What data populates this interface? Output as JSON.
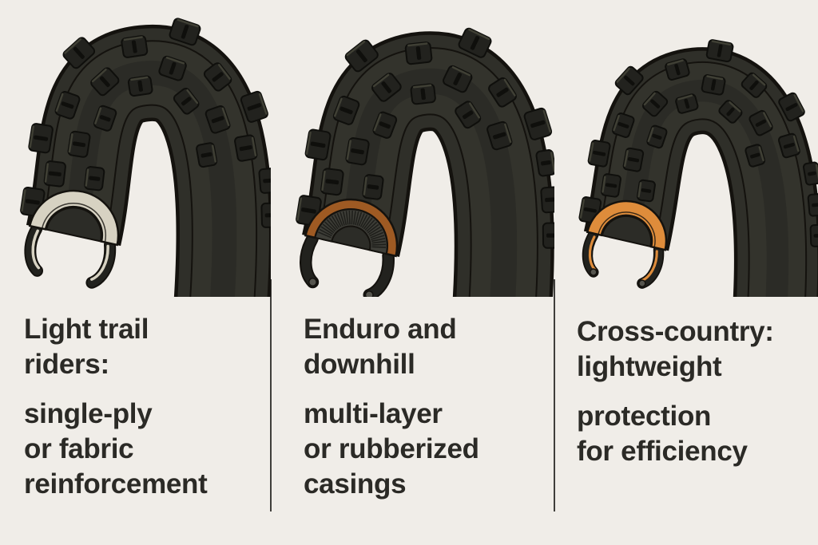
{
  "palette": {
    "background": "#f0ede8",
    "tire_body": "#2f2f29",
    "tire_outline": "#14120e",
    "tire_shade": "#33332c",
    "tire_inner_shade": "#2b2b26",
    "knob_fill": "#22221e",
    "knob_edge": "#0f0f0c",
    "knob_highlight": "#45453a",
    "cavity": "#2c2c27",
    "bead_dot": "#56554e",
    "divider": "#3f3e3b",
    "text": "#2b2a26"
  },
  "columns": [
    {
      "id": "light-trail",
      "title_lines": [
        "Light trail",
        "riders:"
      ],
      "body_lines": [
        "single-ply",
        "or fabric",
        "reinforcement"
      ],
      "tire": {
        "type": "single-ply",
        "description": "tire cross-section with cream fabric casing",
        "casing_color": "#d7d2c2"
      }
    },
    {
      "id": "enduro-downhill",
      "title_lines": [
        "Enduro and",
        "downhill"
      ],
      "body_lines": [
        "multi-layer",
        "or rubberized",
        "casings"
      ],
      "tire": {
        "type": "multi-layer",
        "description": "tire cross-section with brown band and ribbed rubberized liner",
        "band_color": "#9e5a23",
        "liner_color": "#3e3e38",
        "rib_color": "#1f1f1b"
      }
    },
    {
      "id": "cross-country",
      "title_lines": [
        "Cross-country:",
        "lightweight"
      ],
      "body_lines": [
        "protection",
        "for efficiency"
      ],
      "tire": {
        "type": "lightweight",
        "description": "tire cross-section with orange lightweight casing",
        "casing_color": "#de8c3b"
      }
    }
  ]
}
